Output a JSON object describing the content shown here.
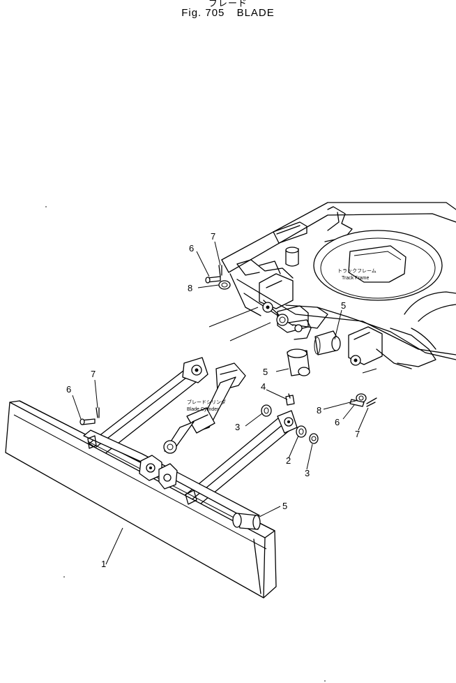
{
  "header": {
    "title_ja": "ブレード",
    "fig_number": "Fig. 705",
    "title_en": "BLADE"
  },
  "labels": {
    "track_frame_ja": "トラックフレーム",
    "track_frame_en": "Track Frame",
    "blade_cylinder_ja": "ブレードシリンダ",
    "blade_cylinder_en": "Blade Cylinder"
  },
  "callouts": [
    {
      "id": "c1",
      "text": "1"
    },
    {
      "id": "c2",
      "text": "2"
    },
    {
      "id": "c3a",
      "text": "3"
    },
    {
      "id": "c3b",
      "text": "3"
    },
    {
      "id": "c4",
      "text": "4"
    },
    {
      "id": "c5a",
      "text": "5"
    },
    {
      "id": "c5b",
      "text": "5"
    },
    {
      "id": "c5c",
      "text": "5"
    },
    {
      "id": "c6a",
      "text": "6"
    },
    {
      "id": "c6b",
      "text": "6"
    },
    {
      "id": "c6c",
      "text": "6"
    },
    {
      "id": "c7a",
      "text": "7"
    },
    {
      "id": "c7b",
      "text": "7"
    },
    {
      "id": "c7c",
      "text": "7"
    },
    {
      "id": "c8a",
      "text": "8"
    },
    {
      "id": "c8b",
      "text": "8"
    }
  ]
}
